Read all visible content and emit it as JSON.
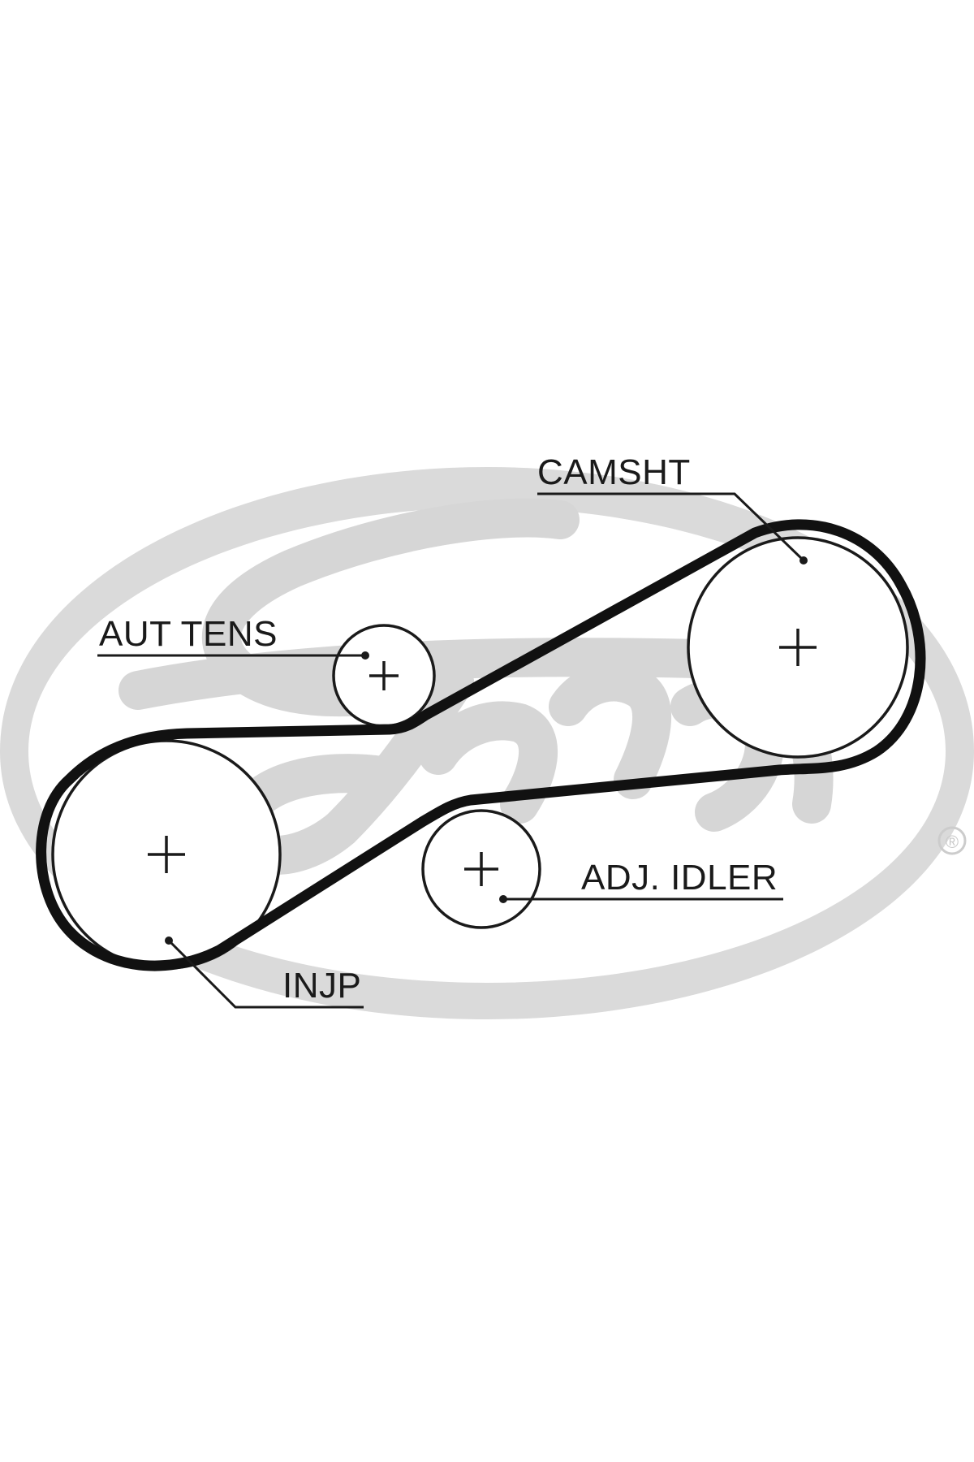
{
  "diagram": {
    "type": "timing-belt-routing",
    "components": [
      {
        "id": "camsht",
        "label": "CAMSHT"
      },
      {
        "id": "aut_tens",
        "label": "AUT TENS"
      },
      {
        "id": "adj_idler",
        "label": "ADJ. IDLER"
      },
      {
        "id": "injp",
        "label": "INJP"
      }
    ],
    "belt_color": "#111111",
    "line_color": "#1a1a1a"
  },
  "watermark": {
    "brand": "Gates",
    "registered_mark": "®",
    "color": "#d9d9d9"
  }
}
